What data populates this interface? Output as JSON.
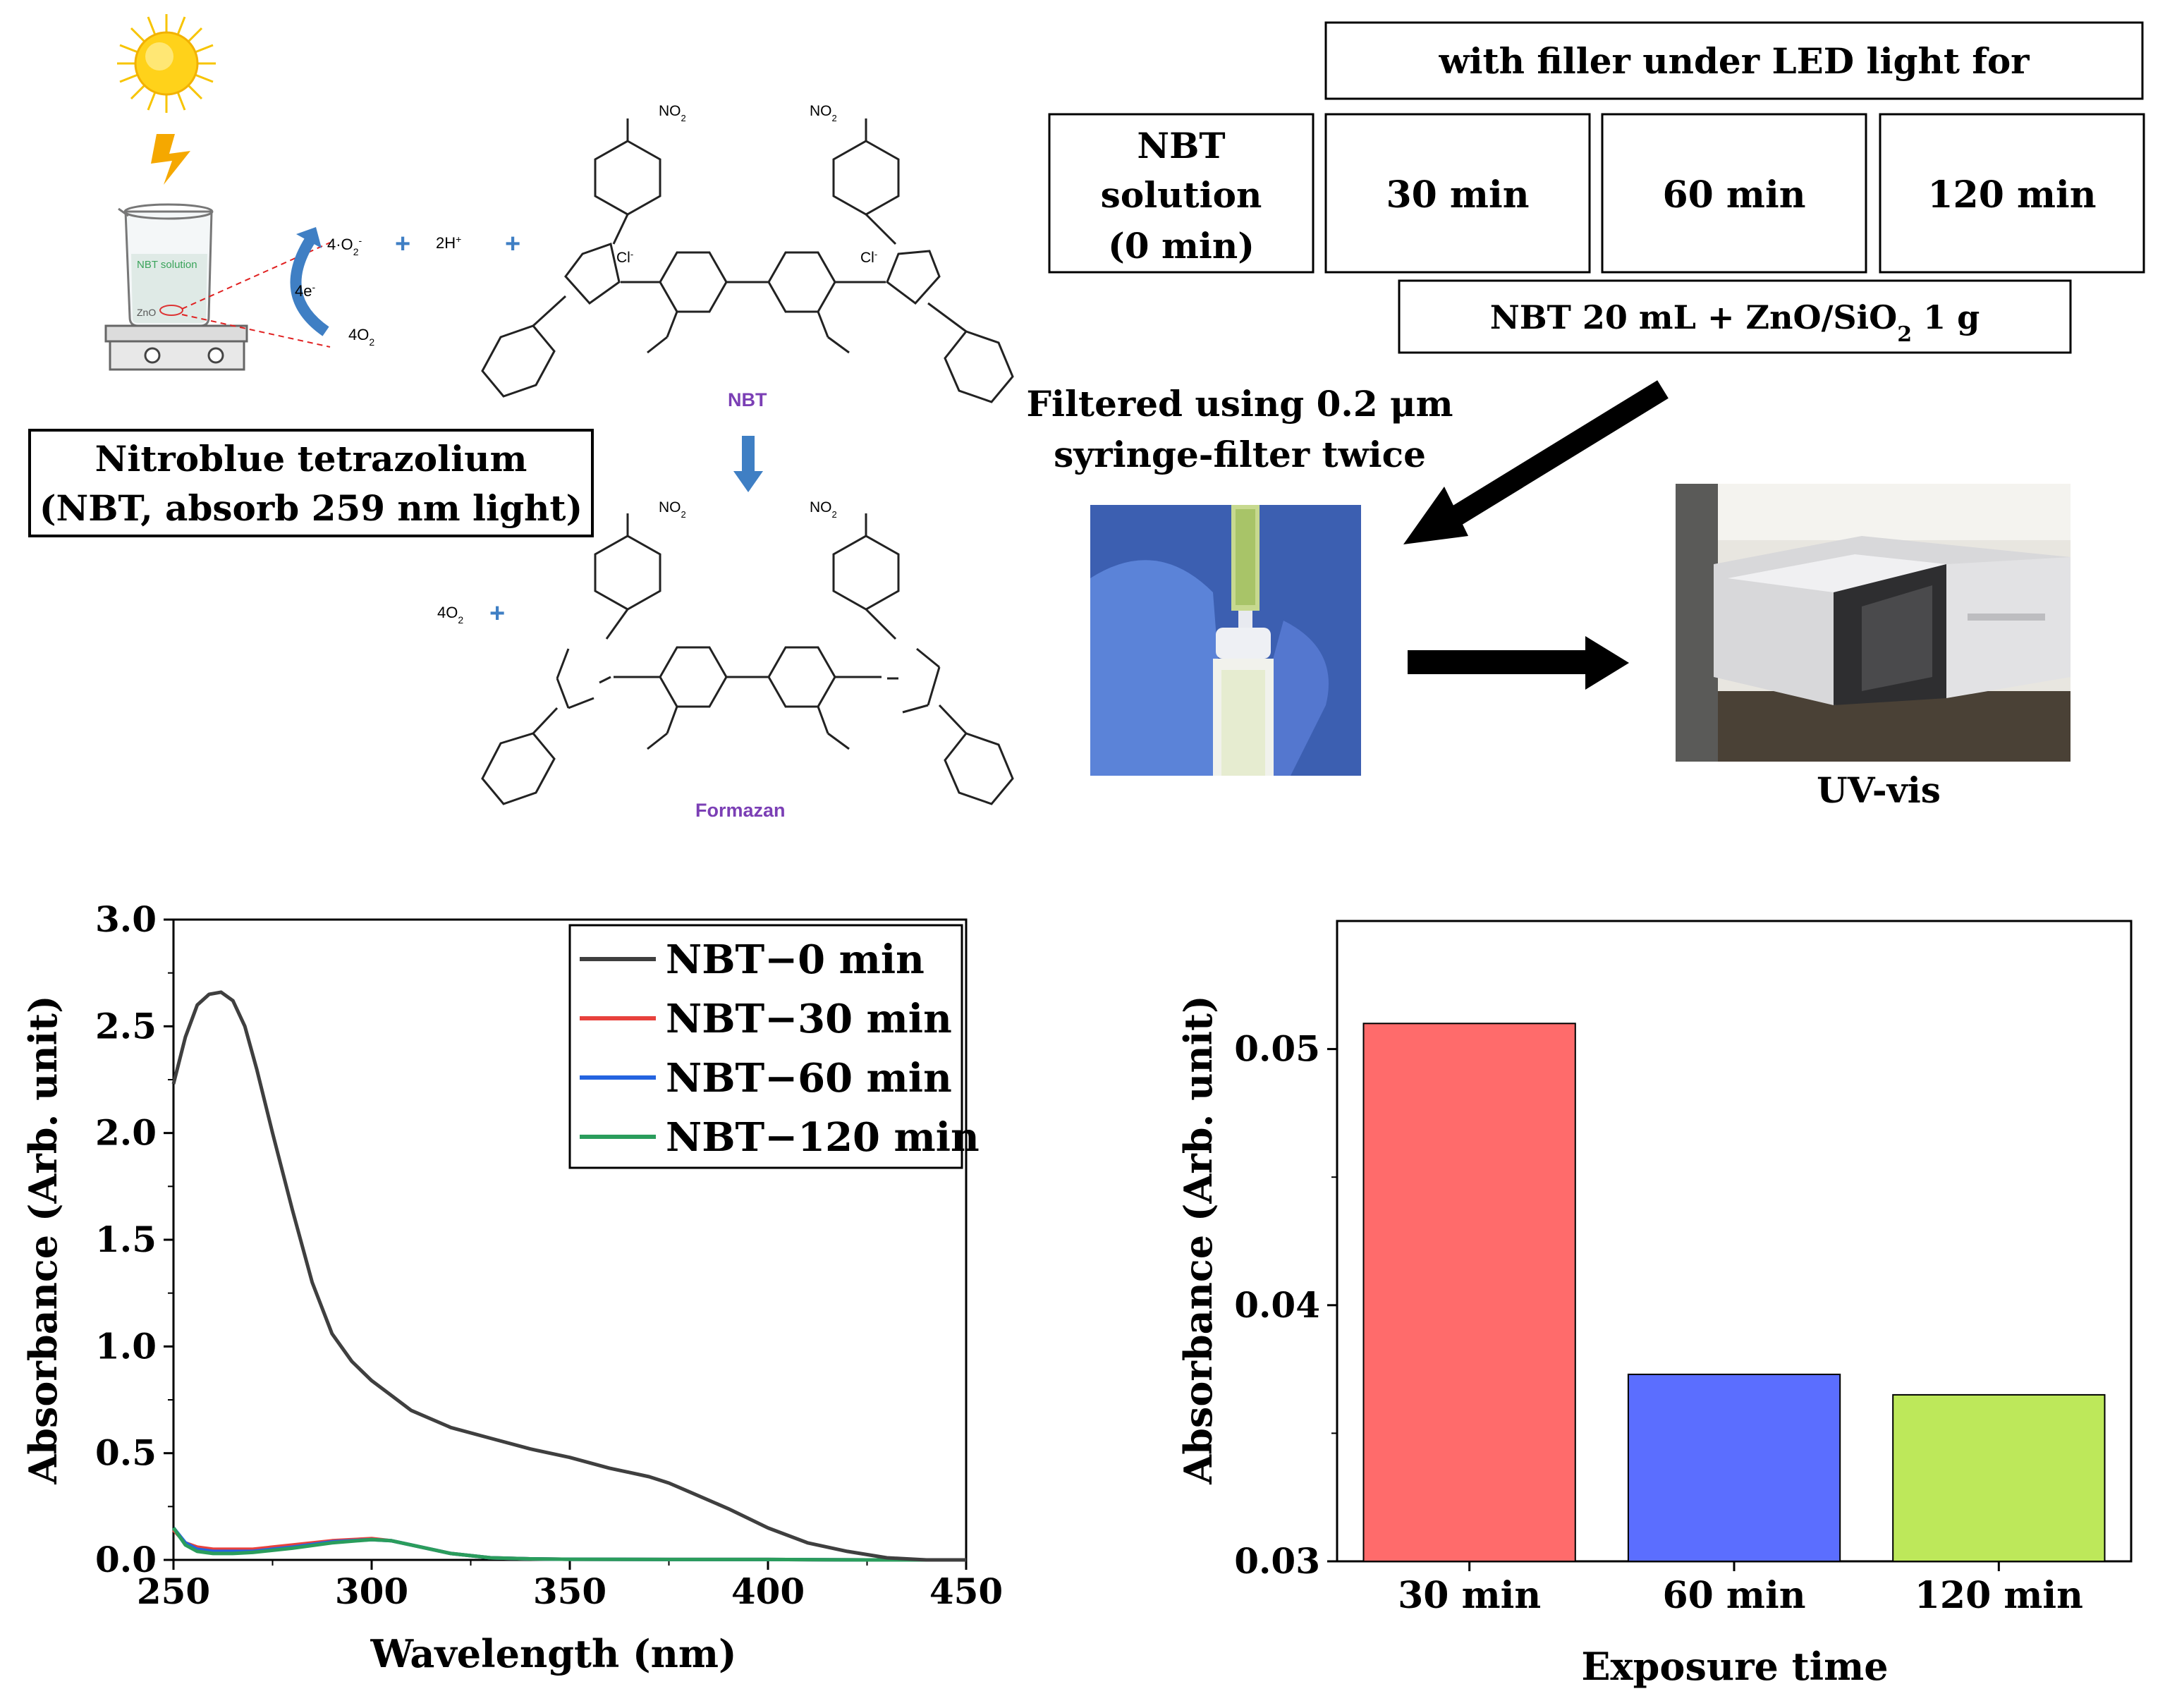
{
  "scheme": {
    "beaker_label": "NBT solution",
    "beaker_bottom_label": "ZnO",
    "electron_label": "4e",
    "electron_sup": "-",
    "reactant_superoxide": "4·O",
    "reactant_superoxide_sub": "2",
    "reactant_superoxide_sup": "-",
    "reactant_protons": "2H",
    "reactant_protons_sup": "+",
    "oxygen_label": "4O",
    "oxygen_sub": "2",
    "product_oxygen": "4O",
    "product_oxygen_sub": "2",
    "nbt_name": "NBT",
    "formazan_name": "Formazan",
    "nitro": "NO",
    "nitro_sub": "2",
    "chloride": "Cl",
    "chloride_sup": "-",
    "nbt_box_line1": "Nitroblue tetrazolium",
    "nbt_box_line2": "(NBT, absorb 259 nm light)"
  },
  "table": {
    "header": "with filler under LED light for",
    "nbt_cell": [
      "NBT",
      "solution",
      "(0 min)"
    ],
    "time_cells": [
      "30 min",
      "60 min",
      "120 min"
    ],
    "recipe_prefix": "NBT 20 mL + ZnO/SiO",
    "recipe_sub": "2",
    "recipe_suffix": " 1 g"
  },
  "filter_text": [
    "Filtered using 0.2 μm",
    "syringe-filter twice"
  ],
  "uvvis_label": "UV-vis",
  "chart_data": [
    {
      "type": "line",
      "xlabel": "Wavelength (nm)",
      "ylabel": "Absorbance (Arb. unit)",
      "xlim": [
        250,
        450
      ],
      "ylim": [
        0,
        3.0
      ],
      "xticks": [
        "250",
        "300",
        "350",
        "400",
        "450"
      ],
      "yticks": [
        "0.0",
        "0.5",
        "1.0",
        "1.5",
        "2.0",
        "2.5",
        "3.0"
      ],
      "legend_position": "top-right",
      "series": [
        {
          "name": "NBT−0 min",
          "color": "#3f3f3f",
          "x": [
            250,
            253,
            256,
            259,
            262,
            265,
            268,
            271,
            275,
            280,
            285,
            290,
            295,
            300,
            305,
            310,
            320,
            330,
            340,
            350,
            360,
            370,
            375,
            380,
            390,
            400,
            410,
            420,
            430,
            440,
            450
          ],
          "y": [
            2.23,
            2.45,
            2.6,
            2.65,
            2.66,
            2.62,
            2.5,
            2.3,
            2.0,
            1.64,
            1.3,
            1.06,
            0.93,
            0.84,
            0.77,
            0.7,
            0.62,
            0.57,
            0.52,
            0.48,
            0.43,
            0.39,
            0.36,
            0.32,
            0.24,
            0.15,
            0.08,
            0.04,
            0.01,
            0.0,
            0.0
          ]
        },
        {
          "name": "NBT−30 min",
          "color": "#e8413c",
          "x": [
            250,
            253,
            256,
            260,
            265,
            270,
            280,
            290,
            300,
            305,
            310,
            320,
            330,
            340,
            350,
            375,
            400,
            425,
            450
          ],
          "y": [
            0.14,
            0.08,
            0.06,
            0.05,
            0.05,
            0.05,
            0.07,
            0.09,
            0.1,
            0.09,
            0.07,
            0.03,
            0.01,
            0.005,
            0.003,
            0.002,
            0.002,
            0.0,
            0.0
          ]
        },
        {
          "name": "NBT−60 min",
          "color": "#2464e0",
          "x": [
            250,
            253,
            256,
            260,
            265,
            270,
            280,
            290,
            300,
            305,
            310,
            320,
            330,
            340,
            350,
            375,
            400,
            425,
            450
          ],
          "y": [
            0.15,
            0.08,
            0.05,
            0.04,
            0.04,
            0.04,
            0.06,
            0.085,
            0.095,
            0.09,
            0.07,
            0.03,
            0.01,
            0.005,
            0.003,
            0.002,
            0.002,
            0.0,
            0.0
          ]
        },
        {
          "name": "NBT−120 min",
          "color": "#2a9d5c",
          "x": [
            250,
            253,
            256,
            260,
            265,
            270,
            280,
            290,
            300,
            305,
            310,
            320,
            330,
            340,
            350,
            375,
            400,
            425,
            450
          ],
          "y": [
            0.15,
            0.07,
            0.04,
            0.03,
            0.03,
            0.035,
            0.055,
            0.08,
            0.095,
            0.09,
            0.07,
            0.03,
            0.01,
            0.005,
            0.003,
            0.002,
            0.002,
            0.0,
            0.0
          ]
        }
      ]
    },
    {
      "type": "bar",
      "xlabel": "Exposure time",
      "ylabel": "Absorbance (Arb. unit)",
      "ylim": [
        0.03,
        0.055
      ],
      "yticks": [
        "0.03",
        "0.04",
        "0.05"
      ],
      "categories": [
        "30 min",
        "60 min",
        "120 min"
      ],
      "values": [
        0.051,
        0.0373,
        0.0365
      ],
      "colors": [
        "#ff6b6b",
        "#5b6eff",
        "#bde85a"
      ]
    }
  ]
}
